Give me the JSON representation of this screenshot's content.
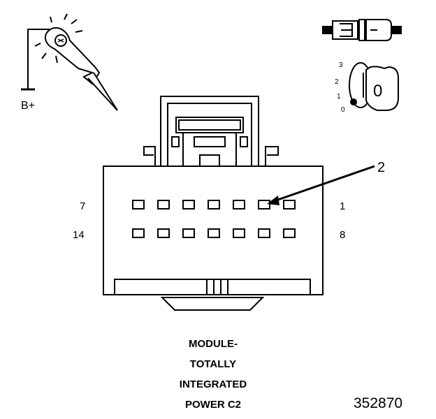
{
  "diagram": {
    "supply_label": "B+",
    "callout_number": "2",
    "pin_row1_left": "7",
    "pin_row1_right": "1",
    "pin_row2_left": "14",
    "pin_row2_right": "8",
    "key_positions": [
      "3",
      "2",
      "1",
      "0"
    ],
    "key_label": "0",
    "caption_lines": [
      "MODULE-",
      "TOTALLY",
      "INTEGRATED",
      "POWER C2"
    ],
    "figure_number": "352870"
  },
  "colors": {
    "ink": "#000000",
    "paper": "#ffffff"
  },
  "icons": [
    "test-light-probe-icon",
    "fuse-icon",
    "ignition-key-icon",
    "ground-symbol-icon"
  ]
}
